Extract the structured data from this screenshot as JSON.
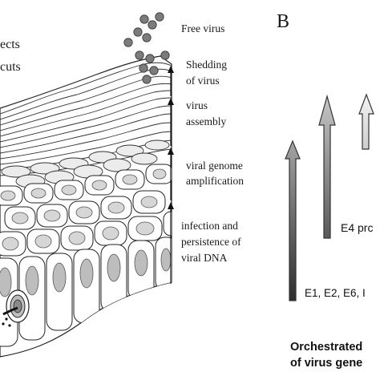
{
  "left_fragments": {
    "line1": "ects",
    "line2": "cuts"
  },
  "stages": [
    {
      "id": "free-virus",
      "lines": [
        "Free virus"
      ]
    },
    {
      "id": "shedding",
      "lines": [
        "Shedding",
        "of virus"
      ]
    },
    {
      "id": "assembly",
      "lines": [
        "virus",
        "assembly"
      ]
    },
    {
      "id": "amplification",
      "lines": [
        "viral genome",
        "amplification"
      ]
    },
    {
      "id": "infection",
      "lines": [
        "infection and",
        "persistence of",
        "viral DNA"
      ]
    }
  ],
  "panel_b": {
    "label": "B",
    "gene_labels": {
      "early": "E1, E2, E6, I",
      "e4": "E4 prc"
    },
    "caption": {
      "line1": "Orchestrated",
      "line2": "of virus gene"
    }
  },
  "colors": {
    "arrow_dark": "#6b6b6b",
    "arrow_mid": "#9a9a9a",
    "arrow_light": "#dcdcdc",
    "virus": "#7c7c7c",
    "nucleus": "#d2d2d2",
    "nucleus_basal": "#bdbdbd",
    "stroke": "#222222"
  }
}
